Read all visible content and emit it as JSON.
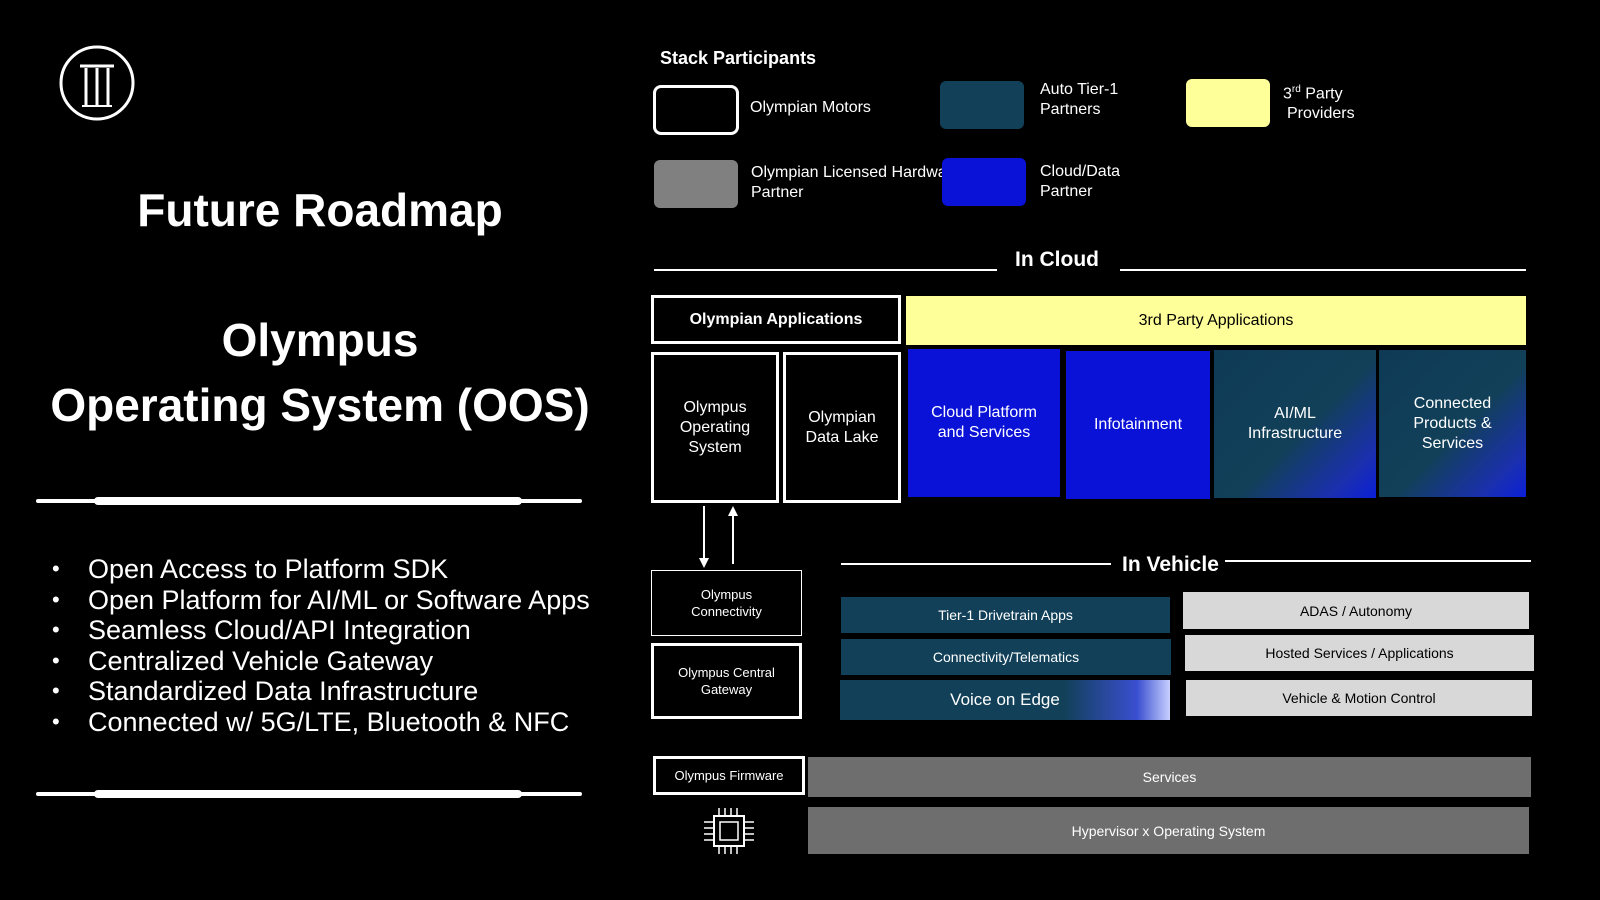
{
  "title": "Future Roadmap",
  "subtitle_line1": "Olympus",
  "subtitle_line2": "Operating System (OOS)",
  "bullets": [
    "Open Access to Platform SDK",
    "Open Platform for AI/ML or Software Apps",
    "Seamless Cloud/API Integration",
    "Centralized Vehicle Gateway",
    "Standardized Data Infrastructure",
    "Connected w/ 5G/LTE, Bluetooth & NFC"
  ],
  "legend": {
    "heading": "Stack Participants",
    "olympian_motors": "Olympian Motors",
    "auto_tier1_l1": "Auto Tier-1",
    "auto_tier1_l2": "Partners",
    "third_party_l1": "3",
    "third_party_sup": "rd",
    "third_party_l1b": " Party",
    "third_party_l2": "Providers",
    "licensed_hw_l1": "Olympian Licensed Hardware",
    "licensed_hw_l2": "Partner",
    "cloud_data_l1": "Cloud/Data",
    "cloud_data_l2": "Partner"
  },
  "in_cloud": {
    "label": "In Cloud",
    "olympian_apps": "Olympian Applications",
    "third_party_apps": "3rd Party Applications",
    "oos_l1": "Olympus",
    "oos_l2": "Operating",
    "oos_l3": "System",
    "data_lake_l1": "Olympian",
    "data_lake_l2": "Data Lake",
    "cloud_platform_l1": "Cloud Platform",
    "cloud_platform_l2": "and Services",
    "infotainment": "Infotainment",
    "aiml_l1": "AI/ML",
    "aiml_l2": "Infrastructure",
    "connected_l1": "Connected",
    "connected_l2": "Products &",
    "connected_l3": "Services"
  },
  "in_vehicle": {
    "label": "In Vehicle",
    "connectivity_l1": "Olympus",
    "connectivity_l2": "Connectivity",
    "gateway_l1": "Olympus Central",
    "gateway_l2": "Gateway",
    "tier1_drivetrain": "Tier-1 Drivetrain Apps",
    "connectivity_telematics": "Connectivity/Telematics",
    "voice_on_edge": "Voice on Edge",
    "adas": "ADAS / Autonomy",
    "hosted_services": "Hosted Services / Applications",
    "vehicle_motion": "Vehicle & Motion Control",
    "firmware": "Olympus Firmware",
    "services": "Services",
    "hypervisor": "Hypervisor x Operating System"
  },
  "colors": {
    "background": "#000000",
    "olympian": "#000000",
    "tier1": "#124059",
    "third_party": "#ffff99",
    "licensed_hw": "#808080",
    "cloud_data": "#0b12d8",
    "vehicle_grey": "#d8d8d8",
    "platform_grey": "#6e6e6e"
  }
}
